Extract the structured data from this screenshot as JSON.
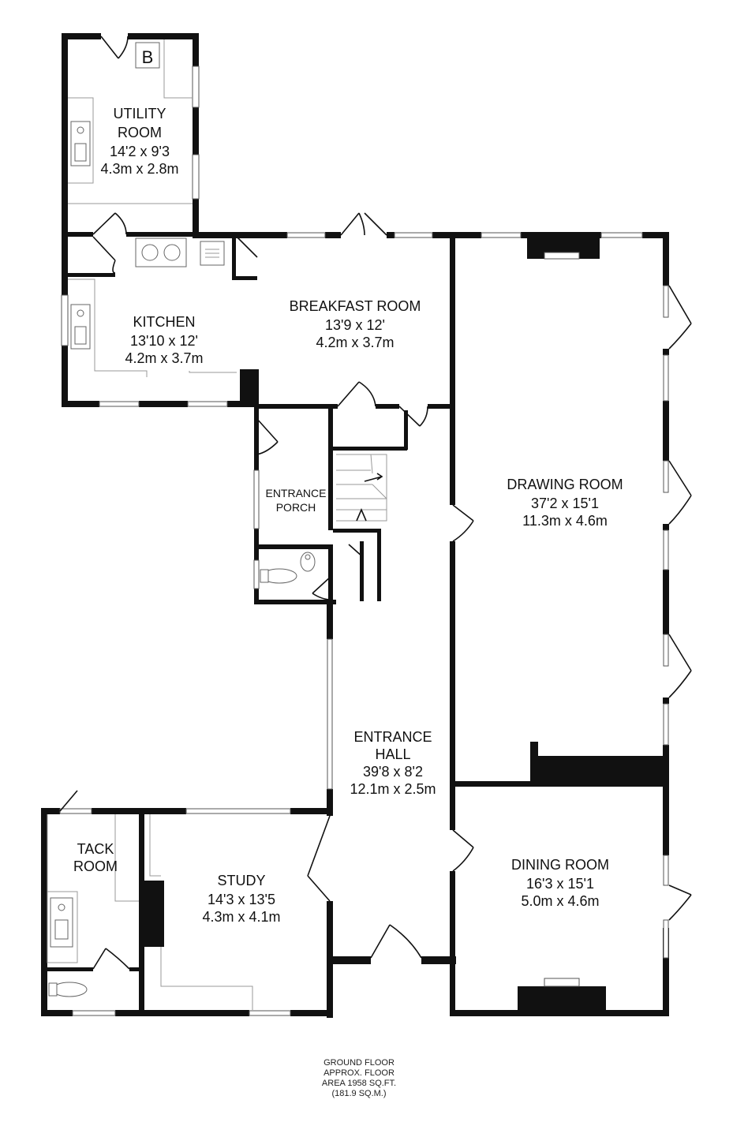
{
  "rooms": {
    "utility": {
      "name_line1": "UTILITY",
      "name_line2": "ROOM",
      "imperial": "14'2 x 9'3",
      "metric": "4.3m x 2.8m"
    },
    "kitchen": {
      "name": "KITCHEN",
      "imperial": "13'10 x 12'",
      "metric": "4.2m x 3.7m"
    },
    "breakfast": {
      "name": "BREAKFAST ROOM",
      "imperial": "13'9 x 12'",
      "metric": "4.2m x 3.7m"
    },
    "drawing": {
      "name": "DRAWING ROOM",
      "imperial": "37'2 x 15'1",
      "metric": "11.3m x 4.6m"
    },
    "porch": {
      "name_line1": "ENTRANCE",
      "name_line2": "PORCH"
    },
    "hall": {
      "name_line1": "ENTRANCE",
      "name_line2": "HALL",
      "imperial": "39'8 x 8'2",
      "metric": "12.1m x 2.5m"
    },
    "tack": {
      "name_line1": "TACK",
      "name_line2": "ROOM"
    },
    "study": {
      "name": "STUDY",
      "imperial": "14'3 x 13'5",
      "metric": "4.3m x 4.1m"
    },
    "dining": {
      "name": "DINING ROOM",
      "imperial": "16'3 x 15'1",
      "metric": "5.0m x 4.6m"
    }
  },
  "boiler_mark": "B",
  "footer": {
    "line1": "GROUND FLOOR",
    "line2": "APPROX. FLOOR",
    "line3": "AREA 1958 SQ.FT.",
    "line4": "(181.9 SQ.M.)"
  }
}
